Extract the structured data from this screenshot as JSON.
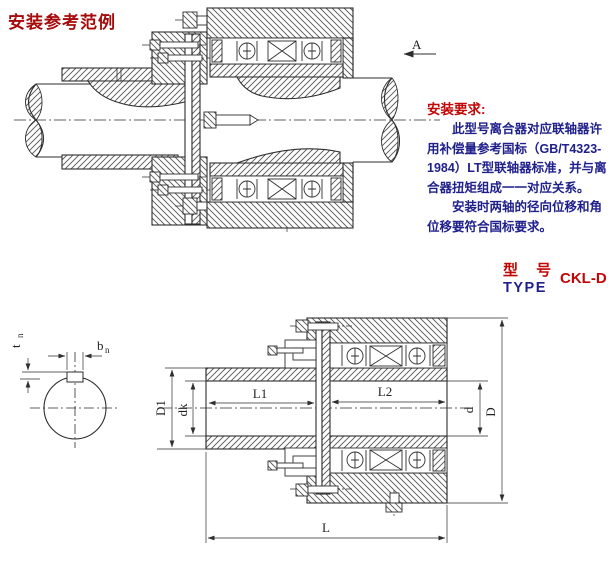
{
  "page": {
    "title": "安装参考范例"
  },
  "colors": {
    "accent_red": "#c00707",
    "navy": "#20208c",
    "line": "#2e2e2e"
  },
  "installation_notes": {
    "heading": "安装要求:",
    "paragraph1": "此型号离合器对应联轴器许用补偿量参考国标（GB/T4323-1984）LT型联轴器标准，并与离合器扭矩组成一一对应关系。",
    "paragraph2": "安装时两轴的径向位移和角位移要符合国标要求。"
  },
  "model": {
    "label_cn": "型 号",
    "label_en": "TYPE",
    "value": "CKL-D"
  },
  "top_drawing": {
    "view_arrow_label": "A"
  },
  "bottom_drawing": {
    "dimensions": {
      "hub_outer": "D1",
      "bore_left": "dk",
      "hub_length": "L1",
      "body_length": "L2",
      "bore_right": "d",
      "outer_diameter": "D",
      "total_length": "L"
    },
    "keyway": {
      "depth_main": "t",
      "depth_sub": "n",
      "width_main": "b",
      "width_sub": "n"
    }
  }
}
